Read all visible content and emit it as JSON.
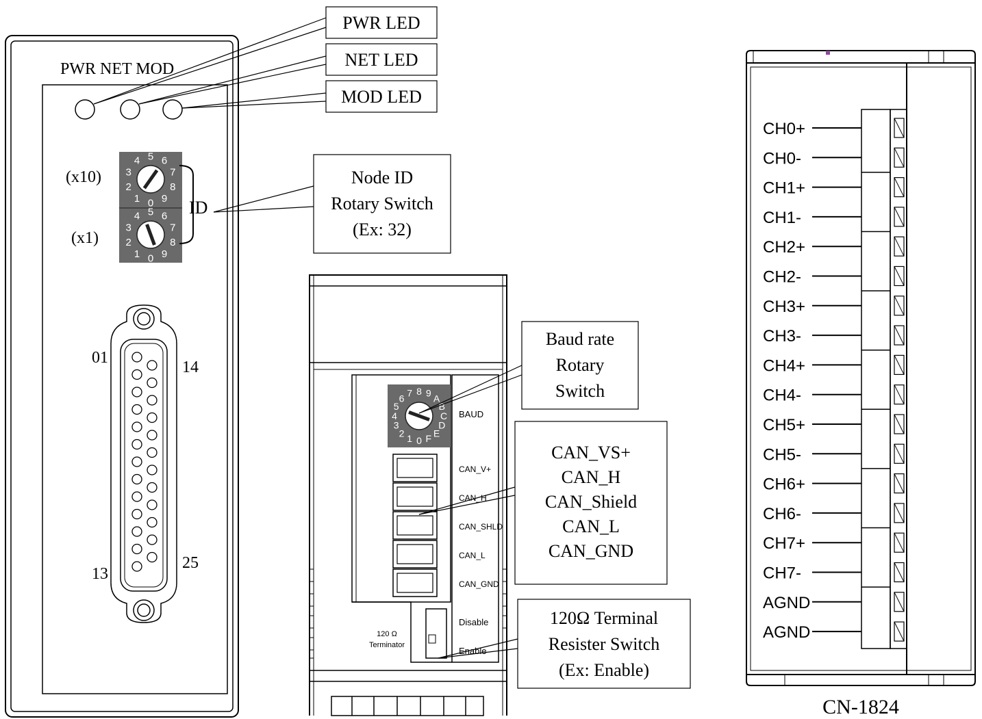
{
  "callouts": {
    "pwr_led": "PWR LED",
    "net_led": "NET LED",
    "mod_led": "MOD LED",
    "node_id": [
      "Node ID",
      "Rotary Switch",
      "(Ex: 32)"
    ],
    "baud": [
      "Baud rate",
      "Rotary",
      "Switch"
    ],
    "can_pins": [
      "CAN_VS+",
      "CAN_H",
      "CAN_Shield",
      "CAN_L",
      "CAN_GND"
    ],
    "terminator": [
      "120Ω Terminal",
      "Resister Switch",
      "(Ex: Enable)"
    ]
  },
  "front_panel": {
    "led_labels": "PWR NET MOD",
    "x10": "(x10)",
    "x1": "(x1)",
    "id": "ID",
    "pin01": "01",
    "pin13": "13",
    "pin14": "14",
    "pin25": "25",
    "id_dial_digits": [
      "0",
      "1",
      "2",
      "3",
      "4",
      "5",
      "6",
      "7",
      "8",
      "9"
    ]
  },
  "can_module": {
    "baud_label": "BAUD",
    "baud_dial_digits": [
      "0",
      "1",
      "2",
      "3",
      "4",
      "5",
      "6",
      "7",
      "8",
      "9",
      "A",
      "B",
      "C",
      "D",
      "E",
      "F"
    ],
    "pin_labels": [
      "CAN_V+",
      "CAN_H",
      "CAN_SHLD",
      "CAN_L",
      "CAN_GND"
    ],
    "disable": "Disable",
    "enable": "Enable",
    "terminator_label": [
      "120 Ω",
      "Terminator"
    ]
  },
  "cn1824": {
    "title": "CN-1824",
    "channels": [
      "CH0+",
      "CH0-",
      "CH1+",
      "CH1-",
      "CH2+",
      "CH2-",
      "CH3+",
      "CH3-",
      "CH4+",
      "CH4-",
      "CH5+",
      "CH5-",
      "CH6+",
      "CH6-",
      "CH7+",
      "CH7-",
      "AGND",
      "AGND"
    ]
  }
}
